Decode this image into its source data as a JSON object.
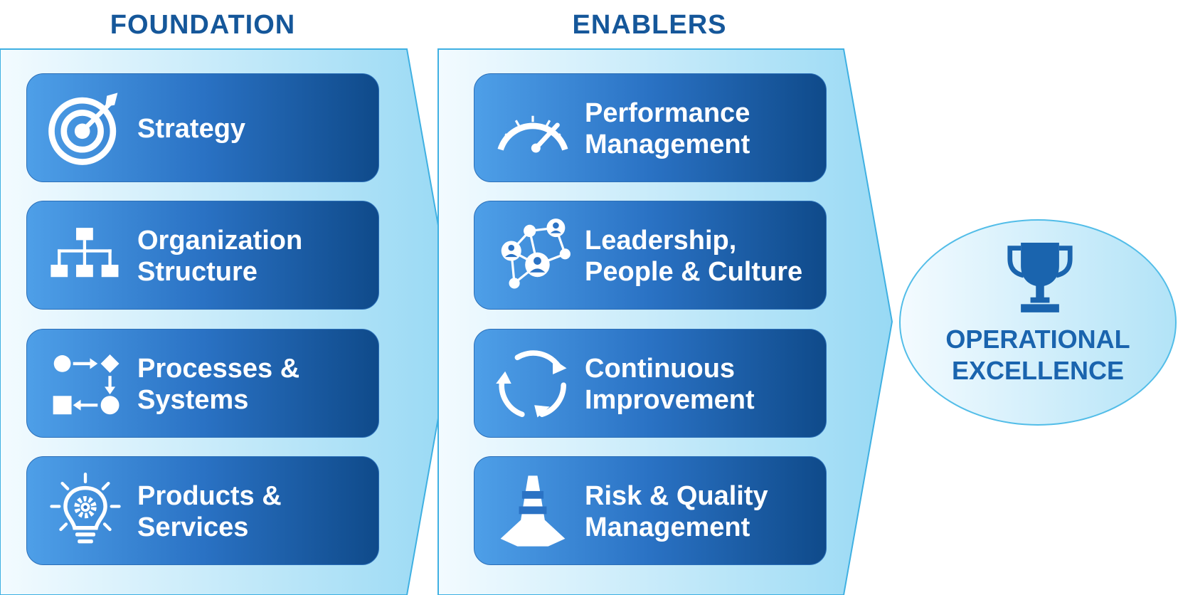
{
  "foundation": {
    "title": "FOUNDATION",
    "items": [
      {
        "icon": "target-icon",
        "line1": "Strategy",
        "line2": ""
      },
      {
        "icon": "org-chart-icon",
        "line1": "Organization",
        "line2": "Structure"
      },
      {
        "icon": "process-flow-icon",
        "line1": "Processes &",
        "line2": "Systems"
      },
      {
        "icon": "lightbulb-gear-icon",
        "line1": "Products &",
        "line2": "Services"
      }
    ]
  },
  "enablers": {
    "title": "ENABLERS",
    "items": [
      {
        "icon": "speedometer-icon",
        "line1": "Performance",
        "line2": "Management"
      },
      {
        "icon": "people-network-icon",
        "line1": "Leadership,",
        "line2": "People & Culture"
      },
      {
        "icon": "cycle-arrows-icon",
        "line1": "Continuous",
        "line2": "Improvement"
      },
      {
        "icon": "traffic-cone-icon",
        "line1": "Risk & Quality",
        "line2": "Management"
      }
    ]
  },
  "outcome": {
    "icon": "trophy-icon",
    "line1": "OPERATIONAL",
    "line2": "EXCELLENCE"
  },
  "colors": {
    "card_light": "#4e9fe8",
    "card_dark": "#0f4a8a",
    "title": "#15579a",
    "chevron": "#a6ddf5",
    "oval_text": "#1a64ae"
  }
}
